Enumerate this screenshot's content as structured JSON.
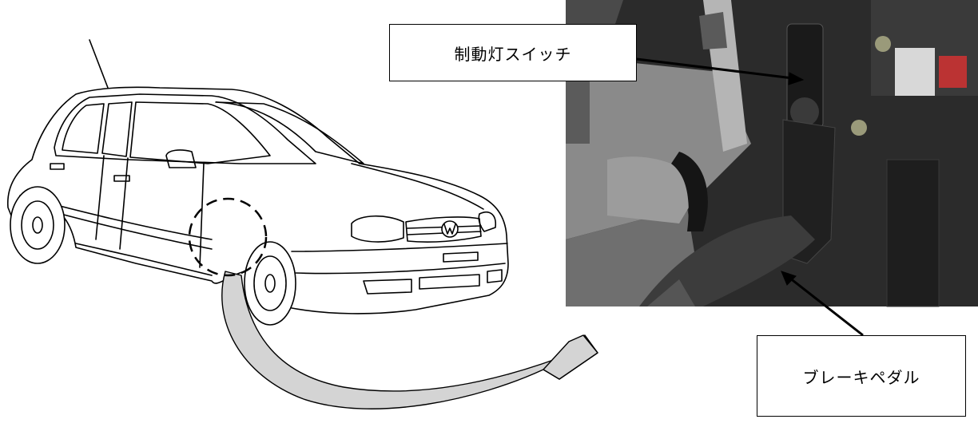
{
  "labels": {
    "brake_light_switch": "制動灯スイッチ",
    "brake_pedal": "ブレーキペダル"
  },
  "colors": {
    "outline": "#000000",
    "arrow_fill": "#d4d4d4",
    "photo_dark": "#2b2b2b",
    "photo_floor": "#8a8a8a"
  },
  "icons": [
    "car-line-drawing",
    "callout-circle",
    "curved-arrow",
    "engine-bay-photo",
    "vw-logo"
  ]
}
